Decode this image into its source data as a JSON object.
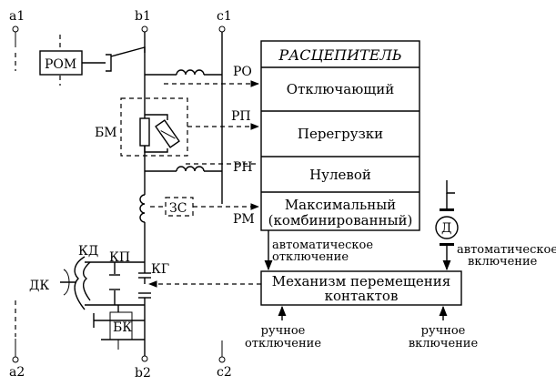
{
  "terminals": {
    "a1": "a1",
    "b1": "b1",
    "c1": "c1",
    "a2": "a2",
    "b2": "b2",
    "c2": "c2"
  },
  "releaser": {
    "title": "РАСЦЕПИТЕЛЬ",
    "sections": {
      "shunt": "Отключающий",
      "overload": "Перегрузки",
      "undervoltage": "Нулевой",
      "max_line1": "Максимальный",
      "max_line2": "(комбинированный)"
    }
  },
  "labels": {
    "pom": "РОМ",
    "bm": "БМ",
    "ro": "РО",
    "rp": "РП",
    "rn": "РН",
    "zs": "ЗС",
    "rm": "РМ",
    "kd": "КД",
    "kp": "КП",
    "kg": "КГ",
    "dk": "ДК",
    "bk": "БК",
    "motor": "Д"
  },
  "mechanism": {
    "line1": "Механизм перемещения",
    "line2": "контактов"
  },
  "annotations": {
    "auto_off_1": "автоматическое",
    "auto_off_2": "отключение",
    "auto_on_1": "автоматическое",
    "auto_on_2": "включение",
    "manual_off_1": "ручное",
    "manual_off_2": "отключение",
    "manual_on_1": "ручное",
    "manual_on_2": "включение"
  }
}
